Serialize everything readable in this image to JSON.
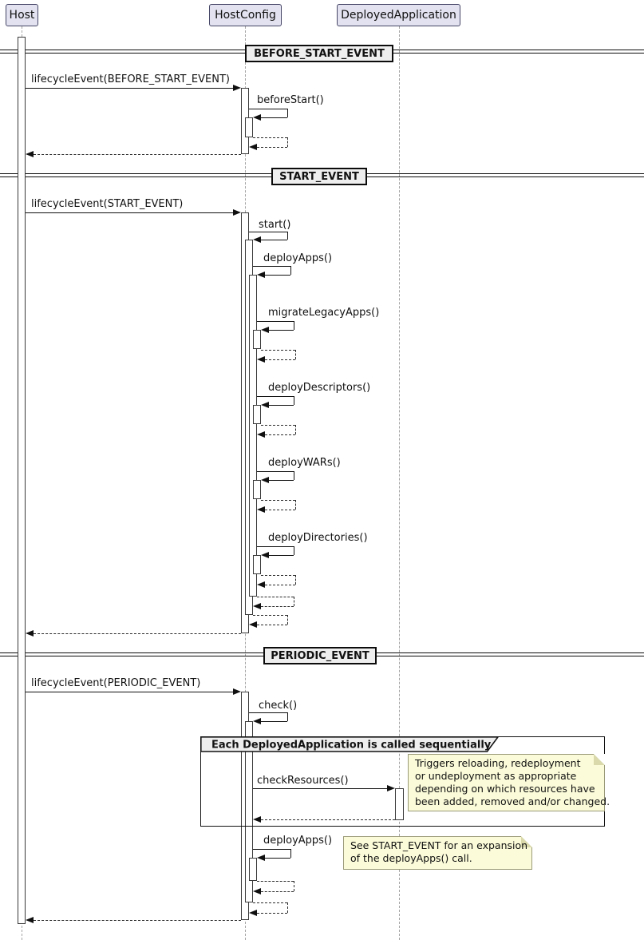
{
  "diagram": {
    "type": "uml-sequence-diagram",
    "background": "#FFFFFF"
  },
  "colors": {
    "participant_fill": "#E2E2F0",
    "participant_border": "#464667",
    "divider_fill": "#EEEEEE",
    "group_header_fill": "#EEEEEE",
    "note_fill": "#FBFBD9",
    "note_border": "#9A9A78",
    "line_color": "#101010"
  },
  "participants": [
    {
      "label": "Host"
    },
    {
      "label": "HostConfig"
    },
    {
      "label": "DeployedApplication"
    }
  ],
  "dividers": [
    {
      "label": "BEFORE_START_EVENT"
    },
    {
      "label": "START_EVENT"
    },
    {
      "label": "PERIODIC_EVENT"
    }
  ],
  "messages": {
    "lifecycle_before": "lifecycleEvent(BEFORE_START_EVENT)",
    "before_start": "beforeStart()",
    "lifecycle_start": "lifecycleEvent(START_EVENT)",
    "start": "start()",
    "deploy_apps": "deployApps()",
    "migrate_legacy_apps": "migrateLegacyApps()",
    "deploy_descriptors": "deployDescriptors()",
    "deploy_wars": "deployWARs()",
    "deploy_directories": "deployDirectories()",
    "lifecycle_periodic": "lifecycleEvent(PERIODIC_EVENT)",
    "check": "check()",
    "check_resources": "checkResources()",
    "deploy_apps_periodic": "deployApps()"
  },
  "group": {
    "title": "Each DeployedApplication is called sequentially"
  },
  "notes": {
    "check_resources_note": {
      "lines": [
        "Triggers reloading, redeployment",
        "or undeployment as appropriate",
        "depending on which resources have",
        "been added, removed and/or changed."
      ]
    },
    "deploy_apps_note": {
      "lines": [
        "See START_EVENT for an expansion",
        "of the deployApps() call."
      ]
    }
  }
}
